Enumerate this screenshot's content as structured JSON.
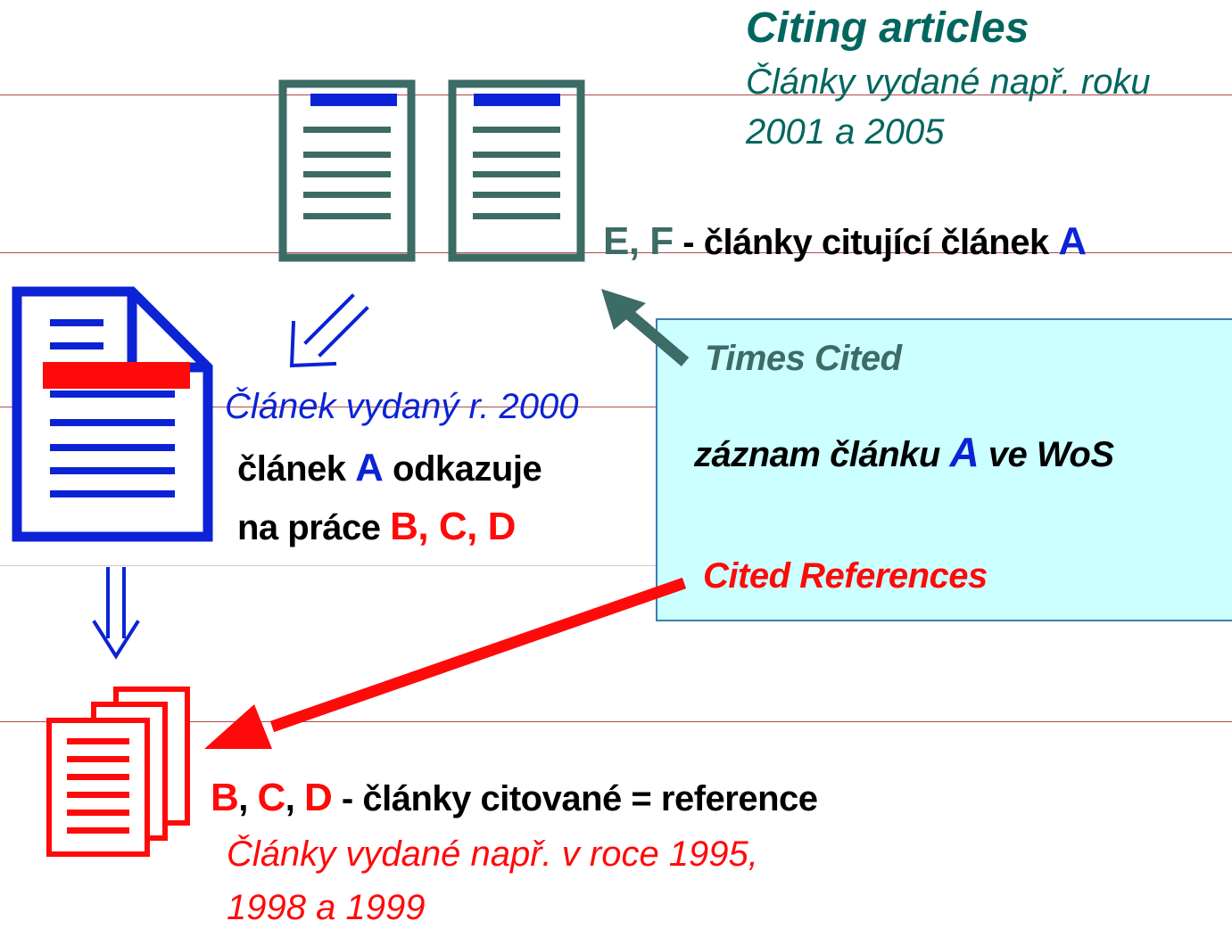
{
  "citing": {
    "title": "Citing articles",
    "subtitle_line1": "Články vydané např. roku",
    "subtitle_line2": "2001 a 2005"
  },
  "ef_label": {
    "letters": "E, F",
    "text": " - články citující článek ",
    "letter_a": "A"
  },
  "article_a": {
    "caption": "Článek vydaný r. 2000",
    "line1_pre": "článek ",
    "line1_letter": "A",
    "line1_post": " odkazuje",
    "line2_pre": "na práce ",
    "line2_letters": "B, C, D"
  },
  "wos_box": {
    "times_cited": "Times Cited",
    "record_pre": "záznam článku ",
    "record_letter": "A",
    "record_post": " ve WoS",
    "cited_refs": "Cited References",
    "bg_color": "#ccffff"
  },
  "bcd_label": {
    "letters_b": "B",
    "sep1": ", ",
    "letters_c": "C",
    "sep2": ", ",
    "letters_d": "D",
    "text": " - články citované = reference"
  },
  "cited": {
    "caption_line1": "Články vydané např. v roce 1995,",
    "caption_line2": "1998 a 1999"
  },
  "colors": {
    "teal": "#00665e",
    "doc_gray": "#3d6b66",
    "blue": "#0b23d4",
    "red": "#ff0a0a"
  }
}
